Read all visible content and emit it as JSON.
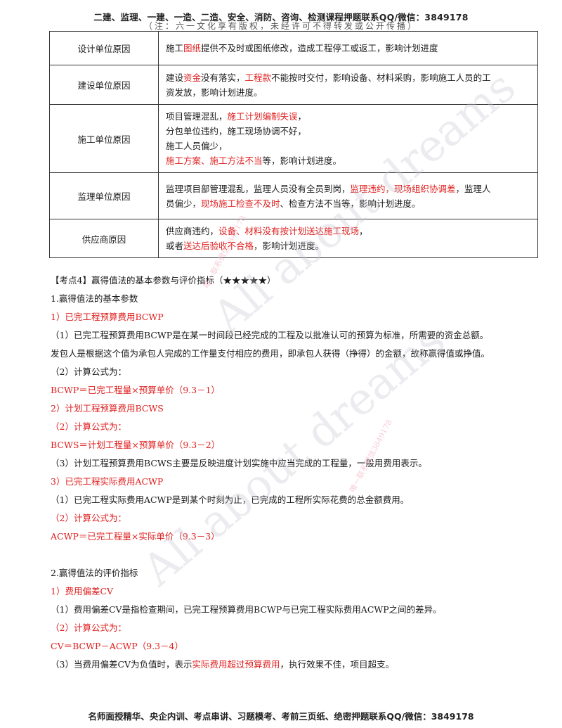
{
  "header": {
    "text": "二建、监理、一建、一造、二造、安全、消防、咨询、检测课程押题联系QQ/微信：3849178",
    "overlap_text": "（注：六一文化享有版权，未经许可不得转发或公开传播）"
  },
  "table": {
    "rows": [
      {
        "category": "设计单位原因",
        "lines": [
          [
            {
              "t": "施工"
            },
            {
              "t": "图纸",
              "red": true
            },
            {
              "t": "提供不及时或图纸修改，造成工程停工或返工，影响计划进度"
            }
          ]
        ]
      },
      {
        "category": "建设单位原因",
        "lines": [
          [
            {
              "t": "建设"
            },
            {
              "t": "资金",
              "red": true
            },
            {
              "t": "没有落实，"
            },
            {
              "t": "工程款",
              "red": true
            },
            {
              "t": "不能按时交付，影响设备、材料采购，影响施工人员的工"
            }
          ],
          [
            {
              "t": "资发放，影响计划进度。"
            }
          ]
        ]
      },
      {
        "category": "施工单位原因",
        "lines": [
          [
            {
              "t": "项目管理混乱，"
            },
            {
              "t": "施工计划编制失误",
              "red": true
            },
            {
              "t": "，"
            }
          ],
          [
            {
              "t": "分包单位违约，施工现场协调不好，"
            }
          ],
          [
            {
              "t": "施工人员偏少，"
            }
          ],
          [
            {
              "t": "施工方案、施工方法不当",
              "red": true
            },
            {
              "t": "等，影响计划进度。"
            }
          ]
        ]
      },
      {
        "category": "监理单位原因",
        "lines": [
          [
            {
              "t": "监理项目部管理混乱，监理人员没有全员到岗，"
            },
            {
              "t": "监理违约，现场组织协调差",
              "red": true
            },
            {
              "t": "，监理人"
            }
          ],
          [
            {
              "t": "员偏少，"
            },
            {
              "t": "现场施工检查不及时",
              "red": true
            },
            {
              "t": "、检查方法不当等，影响计划进度。"
            }
          ]
        ]
      },
      {
        "category": "供应商原因",
        "lines": [
          [
            {
              "t": "供应商违约，"
            },
            {
              "t": "设备、材料没有按计划送达施工现场",
              "red": true
            },
            {
              "t": "，"
            }
          ],
          [
            {
              "t": "或者"
            },
            {
              "t": "送达后验收不合格",
              "red": true
            },
            {
              "t": "，影响计划进度。"
            }
          ]
        ]
      }
    ]
  },
  "content": [
    {
      "t": "【考点4】赢得值法的基本参数与评价指标（★★★★★）"
    },
    {
      "t": "1.赢得值法的基本参数"
    },
    {
      "t": "1）已完工程预算费用BCWP",
      "red": true
    },
    {
      "t": "（1）已完工程预算费用BCWP是在某一时间段已经完成的工程及以批准认可的预算为标准，所需要的资金总额。"
    },
    {
      "t": "发包人是根据这个值为承包人完成的工作量支付相应的费用，即承包人获得（挣得）的金额，故称赢得值或挣值。"
    },
    {
      "t": "（2）计算公式为："
    },
    {
      "t": "BCWP＝已完工程量×预算单价（9.3－1）",
      "red": true
    },
    {
      "t": "2）计划工程预算费用BCWS",
      "red": true
    },
    {
      "t": "（2）计算公式为：",
      "red": true
    },
    {
      "t": "BCWS＝计划工程量×预算单价（9.3－2）",
      "red": true
    },
    {
      "t": "（3）计划工程预算费用BCWS主要是反映进度计划实施中应当完成的工程量，一般用费用表示。"
    },
    {
      "t": "3）已完工程实际费用ACWP",
      "red": true
    },
    {
      "t": "（1）已完工程实际费用ACWP是到某个时刻为止，已完成的工程所实际花费的总金额费用。"
    },
    {
      "t": "（2）计算公式为：",
      "red": true
    },
    {
      "t": "ACWP＝已完工程量×实际单价（9.3－3）",
      "red": true
    },
    {
      "t": "",
      "spacer": true
    },
    {
      "t": "2.赢得值法的评价指标"
    },
    {
      "t": "1）费用偏差CV",
      "red": true
    },
    {
      "t": "（1）费用偏差CV是指检查期间，已完工程预算费用BCWP与已完工程实际费用ACWP之间的差异。"
    },
    {
      "t": "（2）计算公式为：",
      "red": true
    },
    {
      "t": "CV＝BCWP－ACWP（9.3－4）",
      "red": true
    },
    {
      "segments": [
        {
          "t": "（3）当费用偏差CV为负值时，表示"
        },
        {
          "t": "实际费用超过预算费用",
          "red": true
        },
        {
          "t": "，执行效果不佳，项目超支。"
        }
      ]
    }
  ],
  "footer": {
    "text": "名师面授精华、央企内训、考点串讲、习题模考、考前三页纸、绝密押题联系QQ/微信：3849178"
  },
  "watermarks": {
    "large_1": "All about dreams",
    "large_2": "All about dreams",
    "small_1": "唯一联系微信3849178",
    "small_2": "唯一联系微信3849178"
  }
}
